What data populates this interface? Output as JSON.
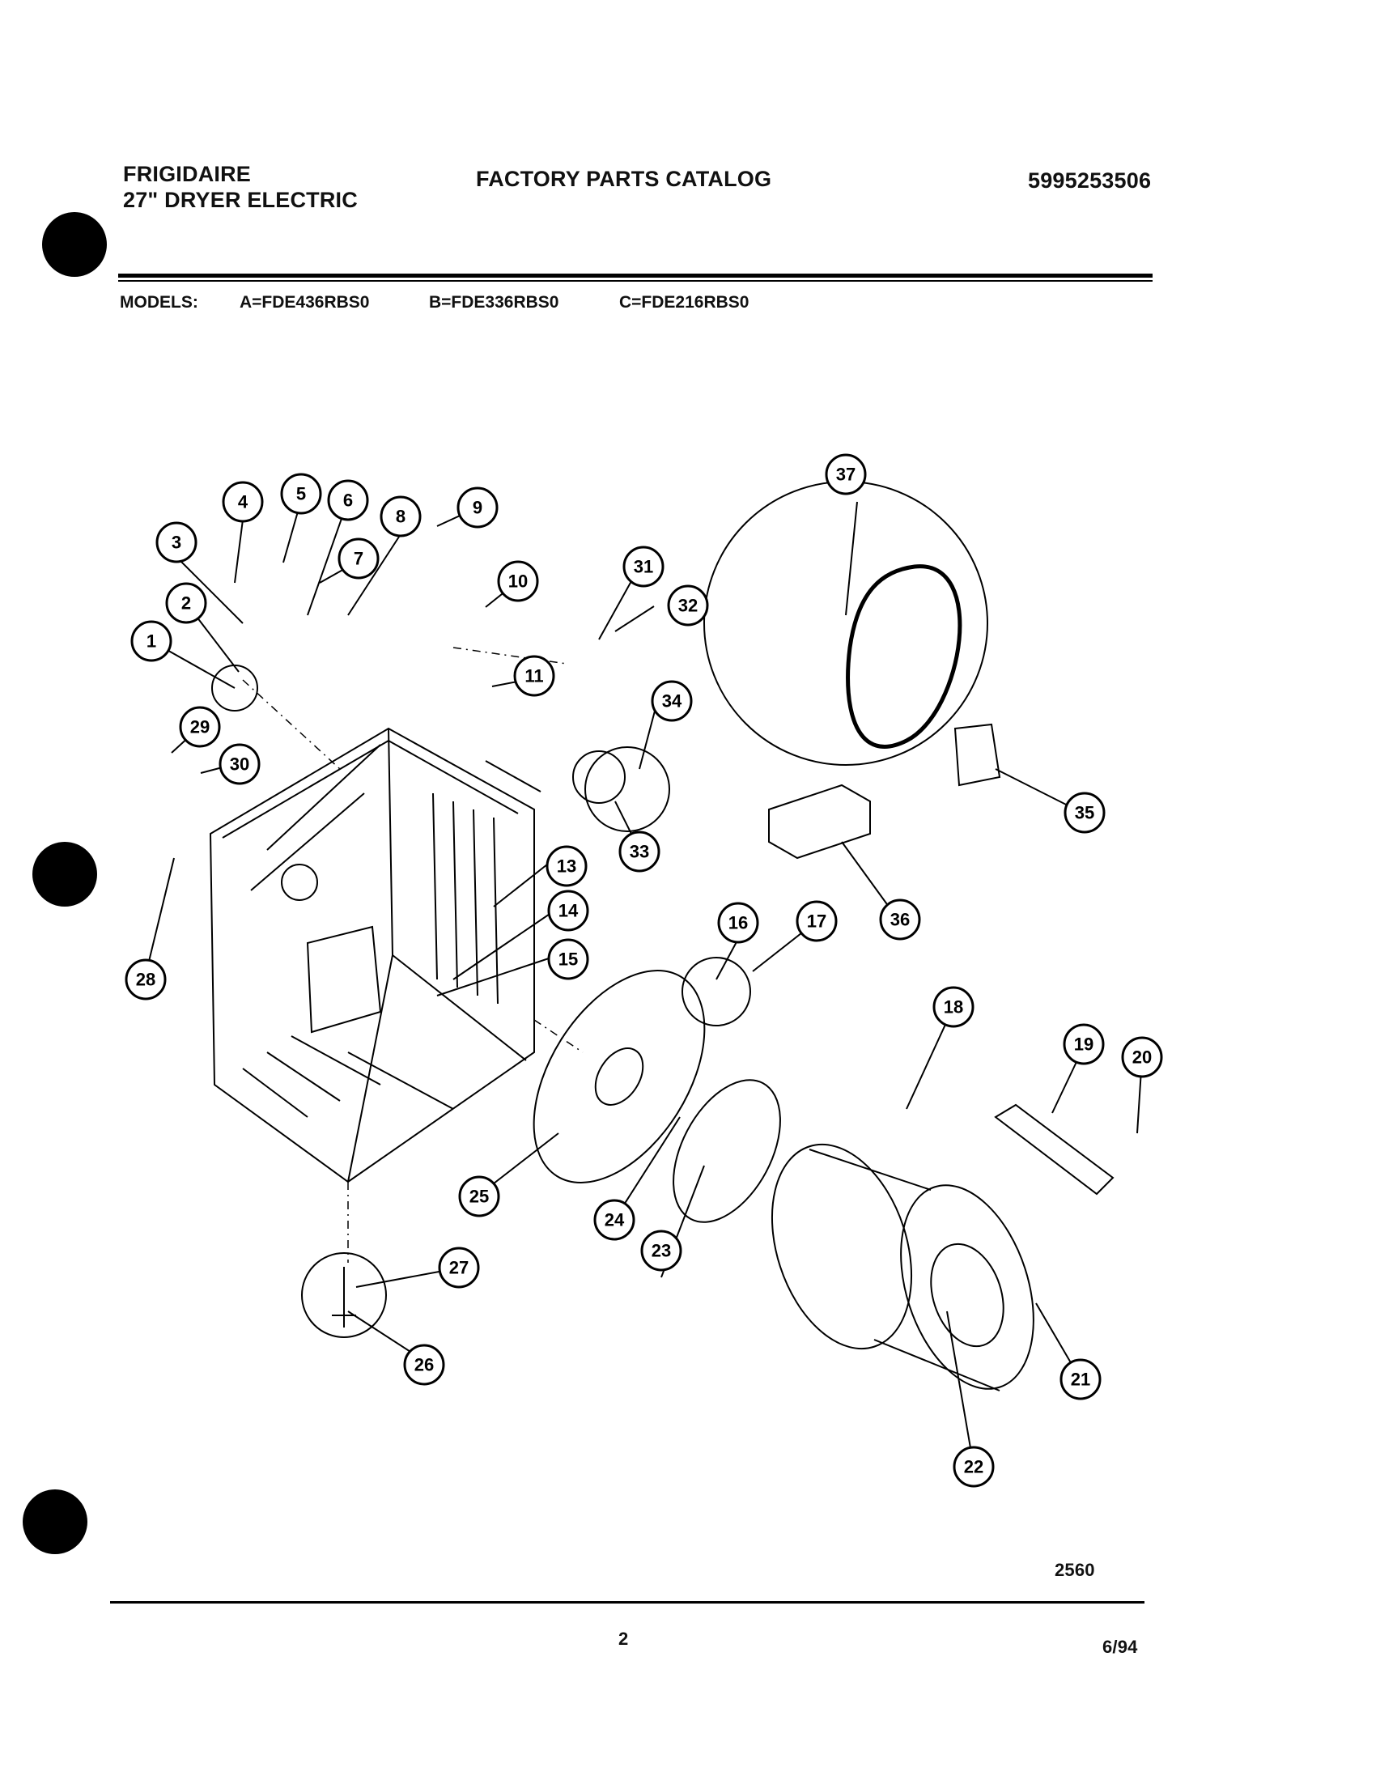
{
  "header": {
    "brand": "FRIGIDAIRE",
    "product": "27\" DRYER ELECTRIC",
    "catalog": "FACTORY PARTS CATALOG",
    "catalog_number": "5995253506"
  },
  "models": {
    "label": "MODELS:",
    "a": "A=FDE436RBS0",
    "b": "B=FDE336RBS0",
    "c": "C=FDE216RBS0"
  },
  "figure_number": "2560",
  "footer": {
    "page": "2",
    "date": "6/94"
  },
  "callouts": [
    "1",
    "2",
    "3",
    "4",
    "5",
    "6",
    "7",
    "8",
    "9",
    "10",
    "11",
    "13",
    "14",
    "15",
    "16",
    "17",
    "18",
    "19",
    "20",
    "21",
    "22",
    "23",
    "24",
    "25",
    "26",
    "27",
    "28",
    "29",
    "30",
    "31",
    "32",
    "33",
    "34",
    "35",
    "36",
    "37"
  ]
}
